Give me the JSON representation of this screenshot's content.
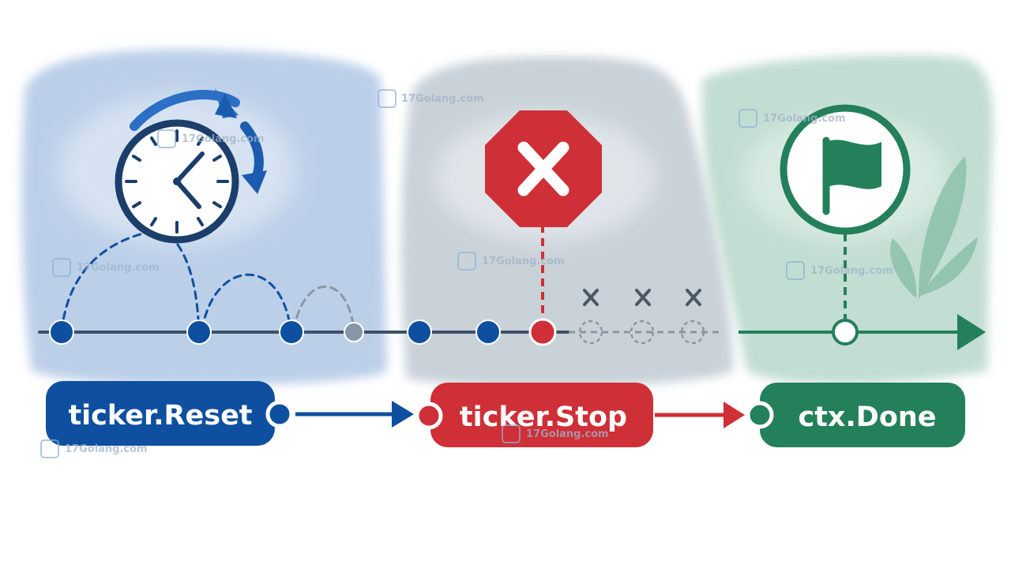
{
  "colors": {
    "reset": "#0f4fa0",
    "stop": "#cf2f36",
    "done": "#23805a",
    "panel_blue": "#b9cde8",
    "panel_gray": "#c7d0d8",
    "panel_green": "#bfdcd0",
    "timeline_gray": "#3d5168"
  },
  "labels": {
    "reset": "ticker.Reset",
    "stop": "ticker.Stop",
    "done": "ctx.Done"
  },
  "watermark": {
    "text": "17Golang.com"
  },
  "icons": {
    "reset": "clock-reset-icon",
    "stop": "stop-sign-icon",
    "done": "flag-icon",
    "decor": "leaf-icon",
    "cancelled_tick": "cross-mark-icon"
  }
}
